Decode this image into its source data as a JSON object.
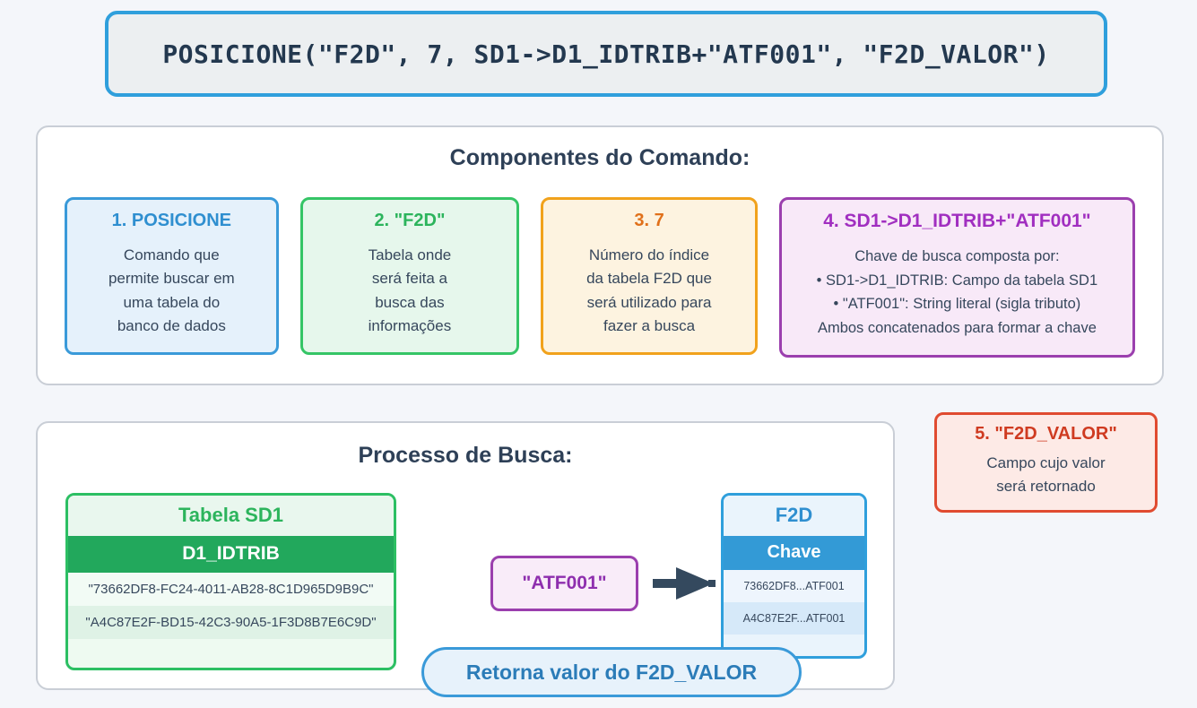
{
  "code": {
    "text": "POSICIONE(\"F2D\", 7, SD1->D1_IDTRIB+\"ATF001\", \"F2D_VALOR\")"
  },
  "components": {
    "title": "Componentes do Comando:",
    "cards": [
      {
        "heading": "1. POSICIONE",
        "lines": [
          "Comando que",
          "permite buscar em",
          "uma tabela do",
          "banco de dados"
        ],
        "color": "#2f8fd0"
      },
      {
        "heading": "2. \"F2D\"",
        "lines": [
          "Tabela onde",
          "será feita a",
          "busca das",
          "informações"
        ],
        "color": "#2cb45c"
      },
      {
        "heading": "3. 7",
        "lines": [
          "Número do índice",
          "da tabela F2D que",
          "será utilizado para",
          "fazer a busca"
        ],
        "color": "#e0701a"
      },
      {
        "heading": "4. SD1->D1_IDTRIB+\"ATF001\"",
        "lines": [
          "Chave de busca composta por:",
          "• SD1->D1_IDTRIB: Campo da tabela SD1",
          "• \"ATF001\": String literal (sigla tributo)",
          "Ambos concatenados para formar a chave"
        ],
        "color": "#a12fc0"
      }
    ]
  },
  "card5": {
    "heading": "5. \"F2D_VALOR\"",
    "lines": [
      "Campo cujo valor",
      "será retornado"
    ],
    "color": "#cf3b21"
  },
  "process": {
    "title": "Processo de Busca:",
    "sd1_table": {
      "caption": "Tabela SD1",
      "column": "D1_IDTRIB",
      "rows": [
        "\"73662DF8-FC24-4011-AB28-8C1D965D9B9C\"",
        "\"A4C87E2F-BD15-42C3-90A5-1F3D8B7E6C9D\""
      ],
      "accent": "#22a85c"
    },
    "key_badge": "\"ATF001\"",
    "f2d_table": {
      "caption": "F2D",
      "column": "Chave",
      "rows": [
        "73662DF8...ATF001",
        "A4C87E2F...ATF001"
      ],
      "accent": "#339ad6"
    },
    "return_callout": "Retorna valor do F2D_VALOR"
  },
  "colors": {
    "page_background": "#f4f6fa",
    "panel_border": "#c9ced6",
    "heading": "#2e4057",
    "arrow": "#34495e"
  }
}
